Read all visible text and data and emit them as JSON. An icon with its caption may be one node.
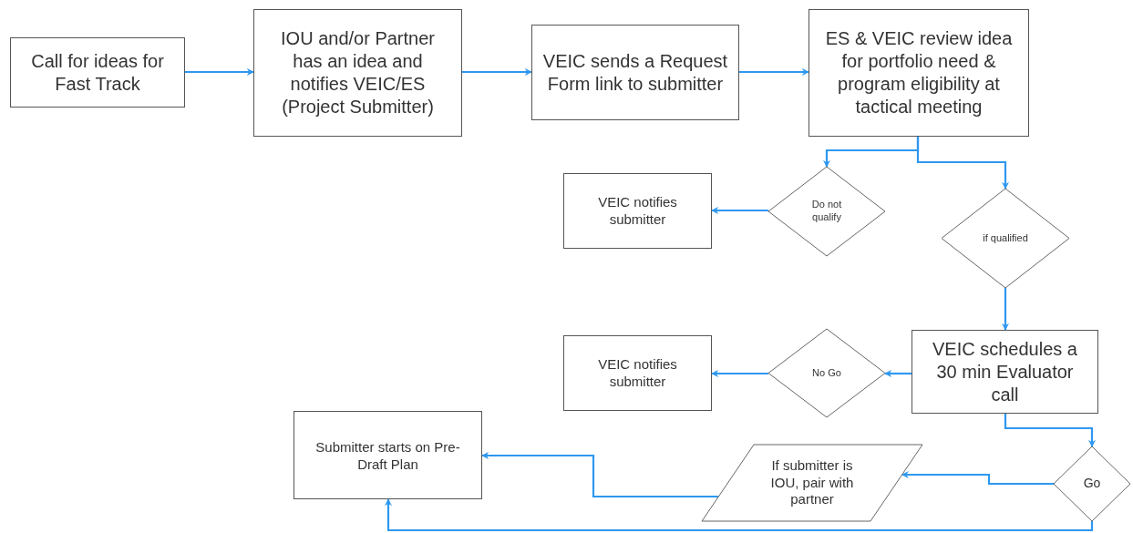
{
  "diagram": {
    "nodes": [
      {
        "text": [
          "Call for ideas for Fast Track"
        ]
      },
      {
        "text": [
          "IOU and/or Partner has an idea and notifies VEIC/ES (Project Submitter)"
        ]
      },
      {
        "text": [
          "VEIC sends a Request Form link to submitter"
        ]
      },
      {
        "text": [
          "ES & VEIC review idea for portfolio need & program eligibility at tactical meeting"
        ]
      },
      {
        "text": [
          "Do not qualify"
        ]
      },
      {
        "text": [
          "VEIC notifies submitter"
        ]
      },
      {
        "text": [
          "if qualified"
        ]
      },
      {
        "text": [
          "VEIC schedules a 30 min Evaluator call"
        ]
      },
      {
        "text": [
          "No Go"
        ]
      },
      {
        "text": [
          "VEIC notifies submitter"
        ]
      },
      {
        "text": [
          "Go"
        ]
      },
      {
        "text": [
          "If submitter is IOU, pair with partner"
        ]
      },
      {
        "text": [
          "Submitter starts on Pre-Draft Plan"
        ]
      }
    ],
    "edges": [
      {
        "from": 0,
        "to": 1,
        "arrow": "to"
      },
      {
        "from": 1,
        "to": 2,
        "arrow": "to"
      },
      {
        "from": 2,
        "to": 3,
        "arrow": "to"
      },
      {
        "from": 3,
        "to": 4,
        "arrow": "to"
      },
      {
        "from": 3,
        "to": 6,
        "arrow": "to"
      },
      {
        "from": 4,
        "to": 5,
        "arrow": "to"
      },
      {
        "from": 6,
        "to": 7,
        "arrow": "to"
      },
      {
        "from": 7,
        "to": 8,
        "arrow": "to"
      },
      {
        "from": 8,
        "to": 9,
        "arrow": "to"
      },
      {
        "from": 7,
        "to": 10,
        "arrow": "to"
      },
      {
        "from": 10,
        "to": 11,
        "arrow": "to"
      },
      {
        "from": 11,
        "to": 12,
        "arrow": "to"
      },
      {
        "from": 10,
        "to": 12,
        "arrow": "to"
      }
    ]
  }
}
